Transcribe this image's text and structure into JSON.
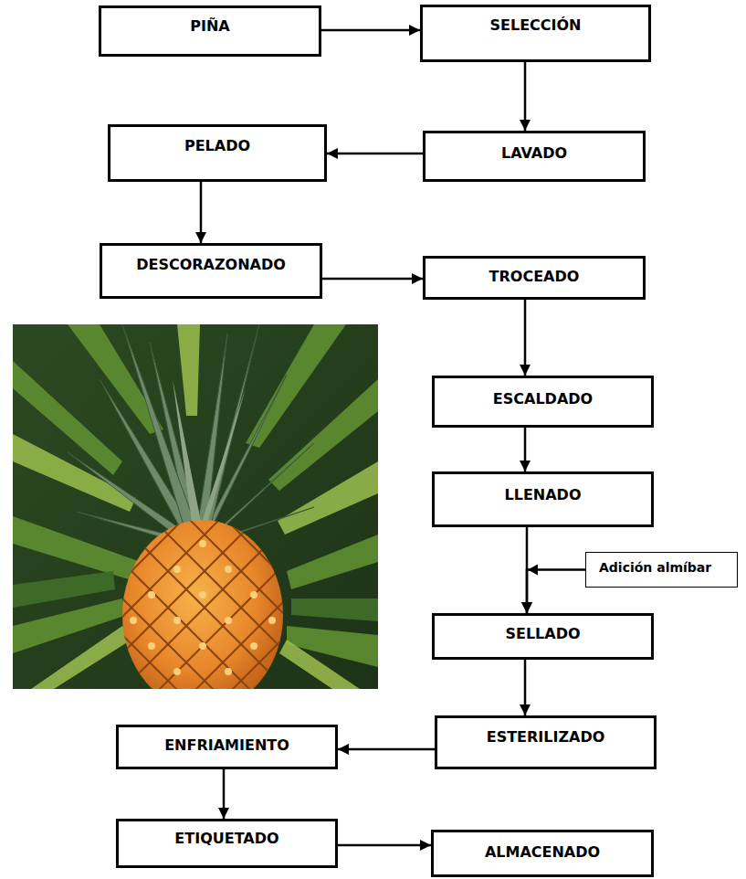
{
  "diagram": {
    "nodes": [
      {
        "text": [
          "PIÑA"
        ]
      },
      {
        "text": [
          "SELECCIÓN"
        ]
      },
      {
        "text": [
          "LAVADO"
        ]
      },
      {
        "text": [
          "PELADO"
        ]
      },
      {
        "text": [
          "DESCORAZONADO"
        ]
      },
      {
        "text": [
          "TROCEADO"
        ]
      },
      {
        "text": [
          "ESCALDADO"
        ]
      },
      {
        "text": [
          "LLENADO"
        ]
      },
      {
        "text": [
          "Adición almíbar"
        ]
      },
      {
        "text": [
          "SELLADO"
        ]
      },
      {
        "text": [
          "ESTERILIZADO"
        ]
      },
      {
        "text": [
          "ENFRIAMIENTO"
        ]
      },
      {
        "text": [
          "ETIQUETADO"
        ]
      },
      {
        "text": [
          "ALMACENADO"
        ]
      }
    ],
    "edges": [
      {
        "from": 0,
        "to": 1,
        "arrow": "to"
      },
      {
        "from": 1,
        "to": 2,
        "arrow": "to"
      },
      {
        "from": 2,
        "to": 3,
        "arrow": "to"
      },
      {
        "from": 3,
        "to": 4,
        "arrow": "to"
      },
      {
        "from": 4,
        "to": 5,
        "arrow": "to"
      },
      {
        "from": 5,
        "to": 6,
        "arrow": "to"
      },
      {
        "from": 6,
        "to": 7,
        "arrow": "to"
      },
      {
        "from": 7,
        "to": 9,
        "arrow": "to"
      },
      {
        "from": 8,
        "to": 9,
        "arrow": "to"
      },
      {
        "from": 9,
        "to": 10,
        "arrow": "to"
      },
      {
        "from": 10,
        "to": 11,
        "arrow": "to"
      },
      {
        "from": 11,
        "to": 12,
        "arrow": "to"
      },
      {
        "from": 12,
        "to": 13,
        "arrow": "to"
      }
    ]
  }
}
